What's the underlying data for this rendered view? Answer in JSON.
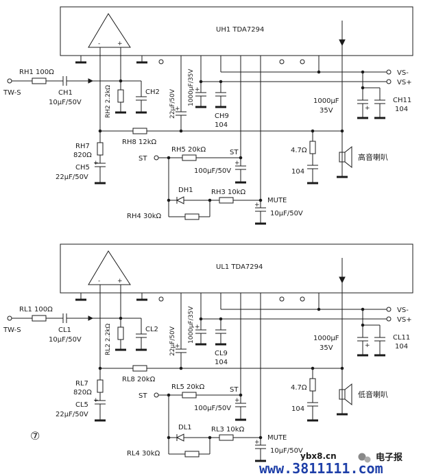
{
  "top": {
    "ic": "UH1  TDA7294",
    "rin": "RH1  100Ω",
    "input": "TW-S",
    "cin_name": "CH1",
    "cin_val": "10μF/50V",
    "r2": "RH2  2.2kΩ",
    "c2": "CH2",
    "c_mid": "22μF/50V",
    "c_big": "1000μF/35V",
    "c9": "CH9",
    "c9v": "104",
    "c_out_val": "1000μF",
    "c_out_v": "35V",
    "c11": "CH11",
    "c11v": "104",
    "vs_minus": "VS-",
    "vs_plus": "VS+",
    "r7": "RH7",
    "r7v": "820Ω",
    "r8": "RH8  12kΩ",
    "c5": "CH5",
    "c5v": "22μF/50V",
    "st": "ST",
    "r5": "RH5  20kΩ",
    "st2": "ST",
    "c_st": "100μF/50V",
    "r_load": "4.7Ω",
    "c_load": "104",
    "speaker": "高音喇叭",
    "d1": "DH1",
    "r3": "RH3  10kΩ",
    "mute": "MUTE",
    "r4": "RH4  30kΩ",
    "c_mute": "10μF/50V"
  },
  "bottom": {
    "ic": "UL1  TDA7294",
    "rin": "RL1  100Ω",
    "input": "TW-S",
    "cin_name": "CL1",
    "cin_val": "10μF/50V",
    "r2": "RL2  2.2kΩ",
    "c2": "CL2",
    "c_mid": "22μF/50V",
    "c_big": "1000μF/35V",
    "c9": "CL9",
    "c9v": "104",
    "c_out_val": "1000μF",
    "c_out_v": "35V",
    "c11": "CL11",
    "c11v": "104",
    "vs_minus": "VS-",
    "vs_plus": "VS+",
    "r7": "RL7",
    "r7v": "820Ω",
    "r8": "RL8  20kΩ",
    "c5": "CL5",
    "c5v": "22μF/50V",
    "st": "ST",
    "r5": "RL5  20kΩ",
    "st2": "ST",
    "c_st": "100μF/50V",
    "r_load": "4.7Ω",
    "c_load": "104",
    "speaker": "低音喇叭",
    "d1": "DL1",
    "r3": "RL3  10kΩ",
    "mute": "MUTE",
    "r4": "RL4  30kΩ",
    "c_mute": "10μF/50V"
  },
  "figure_number": "⑦",
  "watermark": {
    "site_small": "ybx8.cn",
    "brand": "电子报",
    "url": "www.3811111.com"
  }
}
